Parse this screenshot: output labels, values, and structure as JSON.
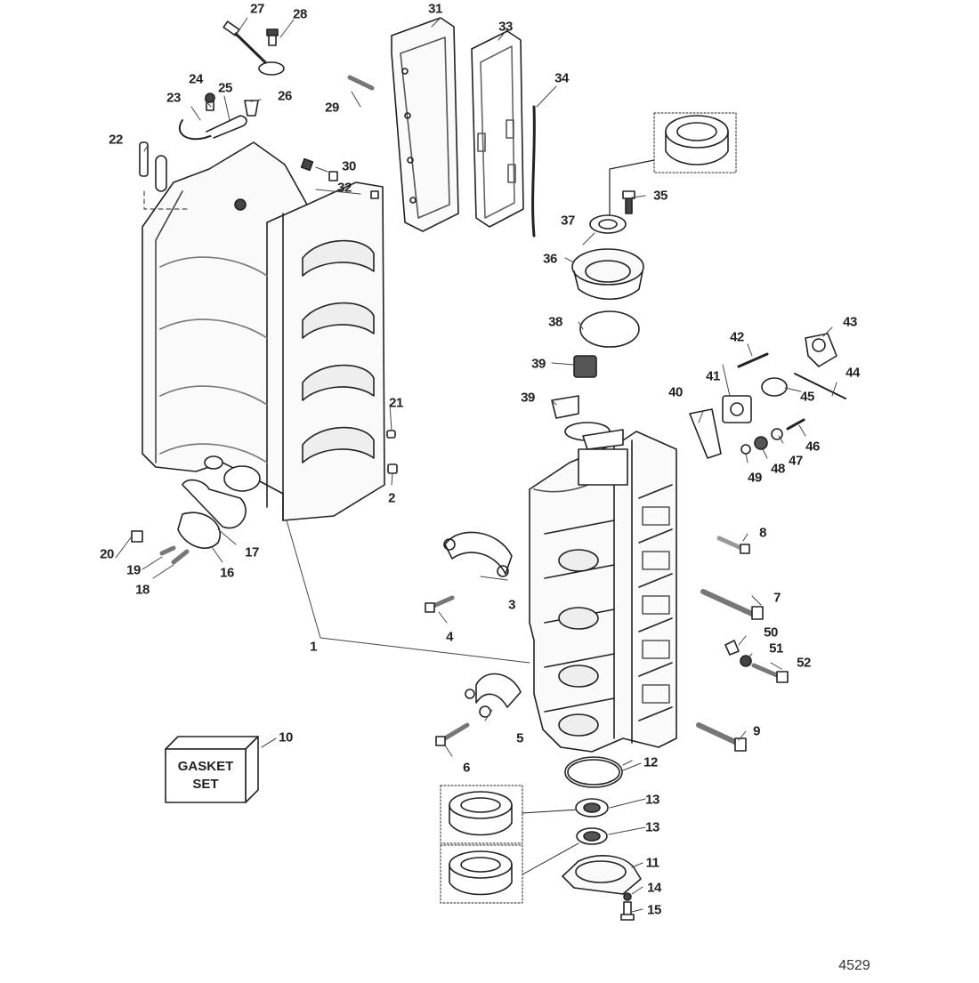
{
  "diagram": {
    "title": "Cylinder Block and Crankcase Exploded View",
    "figure_id": "4529",
    "gasket_set": {
      "line1": "GASKET",
      "line2": "SET",
      "callout": "10"
    },
    "callouts": [
      {
        "id": "1",
        "label": "1",
        "part": "crankcase-and-cylinder-block"
      },
      {
        "id": "2",
        "label": "2",
        "part": "dowel-pin"
      },
      {
        "id": "3",
        "label": "3",
        "part": "upper-main-bearing-cap"
      },
      {
        "id": "4",
        "label": "4",
        "part": "bearing-cap-screw"
      },
      {
        "id": "5",
        "label": "5",
        "part": "lower-main-bearing-cap"
      },
      {
        "id": "6",
        "label": "6",
        "part": "bearing-cap-screw"
      },
      {
        "id": "7",
        "label": "7",
        "part": "crankcase-screw"
      },
      {
        "id": "8",
        "label": "8",
        "part": "crankcase-screw"
      },
      {
        "id": "9",
        "label": "9",
        "part": "crankcase-screw"
      },
      {
        "id": "10",
        "label": "10",
        "part": "gasket-set"
      },
      {
        "id": "11",
        "label": "11",
        "part": "lower-end-cap"
      },
      {
        "id": "12",
        "label": "12",
        "part": "o-ring"
      },
      {
        "id": "13a",
        "label": "13",
        "part": "oil-seal"
      },
      {
        "id": "13b",
        "label": "13",
        "part": "oil-seal"
      },
      {
        "id": "14",
        "label": "14",
        "part": "washer"
      },
      {
        "id": "15",
        "label": "15",
        "part": "screw"
      },
      {
        "id": "16",
        "label": "16",
        "part": "cover"
      },
      {
        "id": "17",
        "label": "17",
        "part": "gasket"
      },
      {
        "id": "18",
        "label": "18",
        "part": "screw"
      },
      {
        "id": "19",
        "label": "19",
        "part": "screw"
      },
      {
        "id": "20",
        "label": "20",
        "part": "plug"
      },
      {
        "id": "21",
        "label": "21",
        "part": "dowel-pin"
      },
      {
        "id": "22",
        "label": "22",
        "part": "fitting"
      },
      {
        "id": "23",
        "label": "23",
        "part": "clamp"
      },
      {
        "id": "24",
        "label": "24",
        "part": "screw"
      },
      {
        "id": "25",
        "label": "25",
        "part": "clamp"
      },
      {
        "id": "26",
        "label": "26",
        "part": "plug"
      },
      {
        "id": "27",
        "label": "27",
        "part": "sensor-lead"
      },
      {
        "id": "28",
        "label": "28",
        "part": "screw"
      },
      {
        "id": "29",
        "label": "29",
        "part": "screw"
      },
      {
        "id": "30",
        "label": "30",
        "part": "plug"
      },
      {
        "id": "31",
        "label": "31",
        "part": "exhaust-cover"
      },
      {
        "id": "32",
        "label": "32",
        "part": "plug"
      },
      {
        "id": "33",
        "label": "33",
        "part": "gasket"
      },
      {
        "id": "34",
        "label": "34",
        "part": "seal-strip"
      },
      {
        "id": "35",
        "label": "35",
        "part": "screw"
      },
      {
        "id": "36",
        "label": "36",
        "part": "upper-end-cap"
      },
      {
        "id": "37",
        "label": "37",
        "part": "oil-seal"
      },
      {
        "id": "38",
        "label": "38",
        "part": "o-ring"
      },
      {
        "id": "39a",
        "label": "39",
        "part": "roller-bearing"
      },
      {
        "id": "39b",
        "label": "39",
        "part": "bearing-race"
      },
      {
        "id": "40",
        "label": "40",
        "part": "bracket"
      },
      {
        "id": "41",
        "label": "41",
        "part": "sensor"
      },
      {
        "id": "42",
        "label": "42",
        "part": "screw"
      },
      {
        "id": "43",
        "label": "43",
        "part": "switch-housing"
      },
      {
        "id": "44",
        "label": "44",
        "part": "link-rod"
      },
      {
        "id": "45",
        "label": "45",
        "part": "cam-follower"
      },
      {
        "id": "46",
        "label": "46",
        "part": "screw"
      },
      {
        "id": "47",
        "label": "47",
        "part": "washer"
      },
      {
        "id": "48",
        "label": "48",
        "part": "bushing"
      },
      {
        "id": "49",
        "label": "49",
        "part": "washer"
      },
      {
        "id": "50",
        "label": "50",
        "part": "cap"
      },
      {
        "id": "51",
        "label": "51",
        "part": "nut"
      },
      {
        "id": "52",
        "label": "52",
        "part": "screw"
      }
    ]
  }
}
